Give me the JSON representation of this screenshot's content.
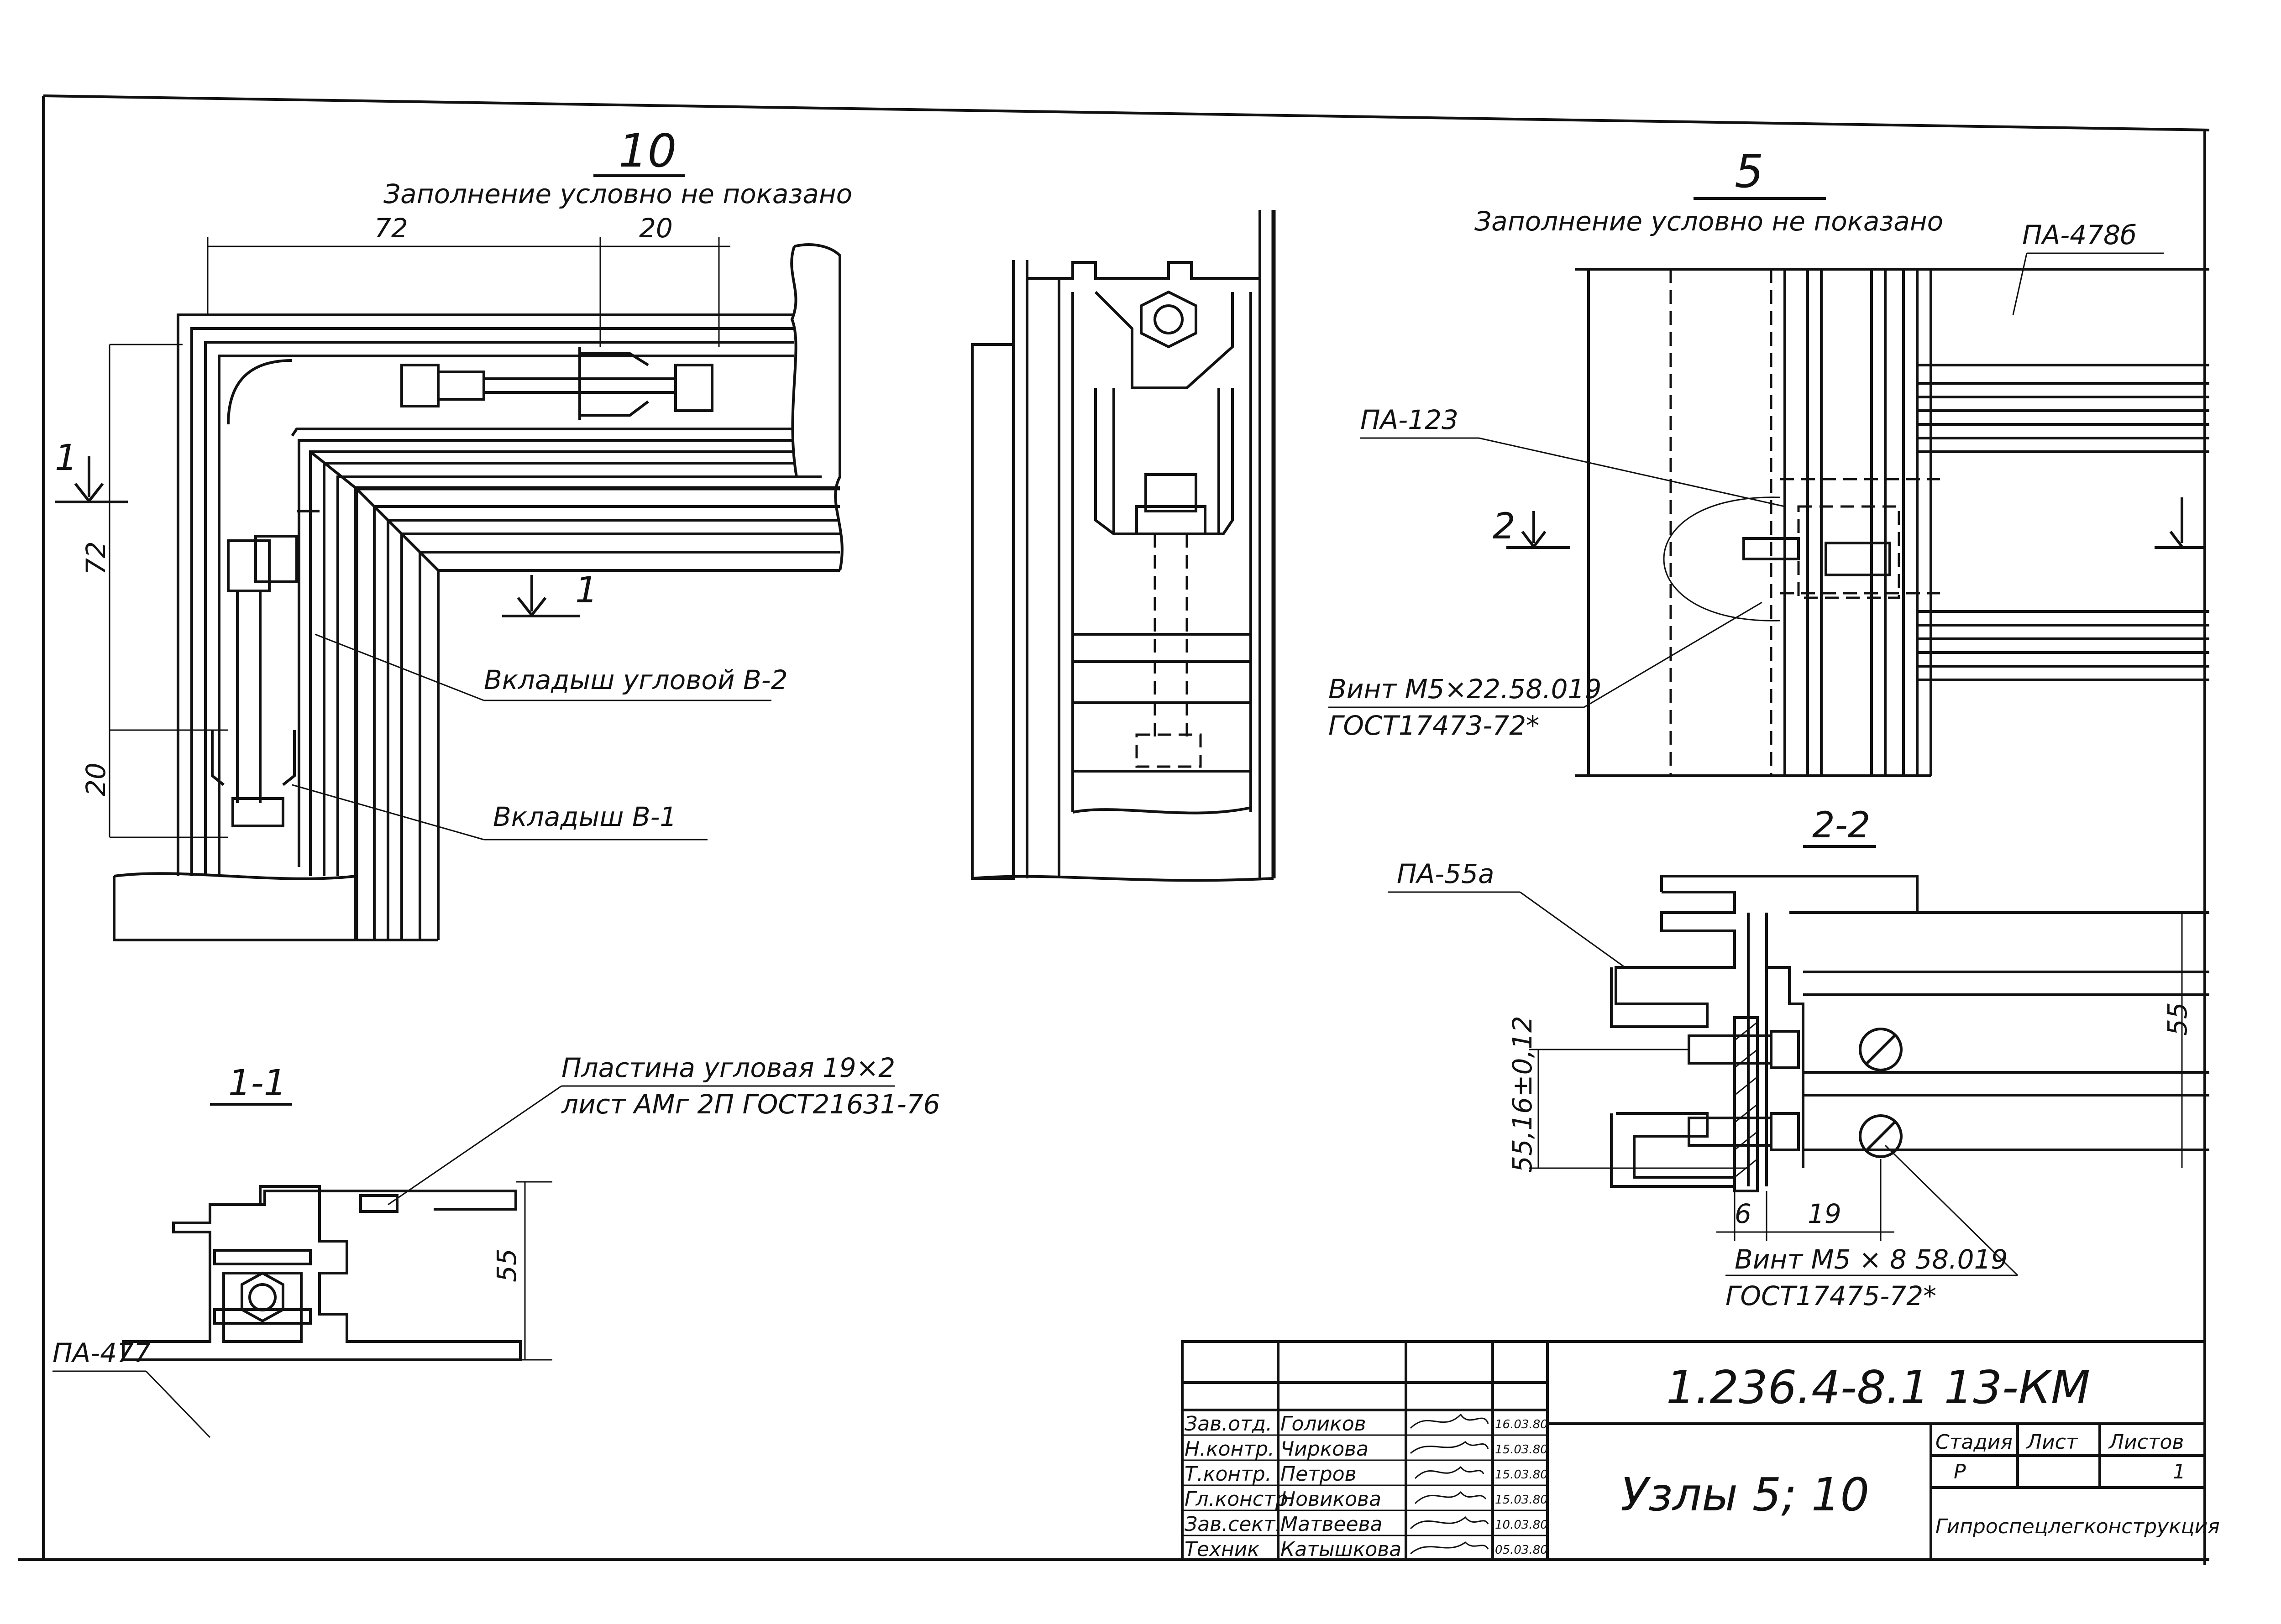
{
  "node10": {
    "number": "10",
    "note": "Заполнение условно не показано",
    "dim_72_top": "72",
    "dim_20_top": "20",
    "dim_72_left": "72",
    "dim_20_left": "20",
    "cut_1_left": "1",
    "cut_1_right": "1",
    "label_insert_corner": "Вкладыш угловой В-2",
    "label_insert": "Вкладыш В-1"
  },
  "node5": {
    "number": "5",
    "note": "Заполнение условно не показано",
    "profile_top": "ПА-478б",
    "profile_123": "ПА-123",
    "cut_2": "2",
    "screw_line1": "Винт М5×22.58.019",
    "screw_line2": "ГОСТ17473-72*"
  },
  "section11": {
    "title": "1-1",
    "plate_line1": "Пластина угловая 19×2",
    "plate_line2": "лист АМг 2П ГОСТ21631-76",
    "profile": "ПА-477",
    "dim_55": "55"
  },
  "section22": {
    "title": "2-2",
    "profile": "ПА-55а",
    "dim_55_16": "55,16±0,12",
    "dim_55": "55",
    "dim_6": "6",
    "dim_19": "19",
    "screw_line1": "Винт М5 × 8 58.019",
    "screw_line2": "ГОСТ17475-72*"
  },
  "title_block": {
    "doc_code": "1.236.4-8.1  13-КМ",
    "sheet_title": "Узлы 5; 10",
    "org": "Гипроспецлегконструкция",
    "stage_label": "Стадия",
    "sheet_label": "Лист",
    "sheets_label": "Листов",
    "stage_value": "Р",
    "sheets_value": "1",
    "staff": [
      {
        "role": "Зав.отд.",
        "name": "Голиков",
        "date": "16.03.80"
      },
      {
        "role": "Н.контр.",
        "name": "Чиркова",
        "date": "15.03.80"
      },
      {
        "role": "Т.контр.",
        "name": "Петров",
        "date": "15.03.80"
      },
      {
        "role": "Гл.констр.",
        "name": "Новикова",
        "date": "15.03.80"
      },
      {
        "role": "Зав.сект.",
        "name": "Матвеева",
        "date": "10.03.80"
      },
      {
        "role": "Техник",
        "name": "Катышкова",
        "date": "05.03.80"
      }
    ]
  }
}
